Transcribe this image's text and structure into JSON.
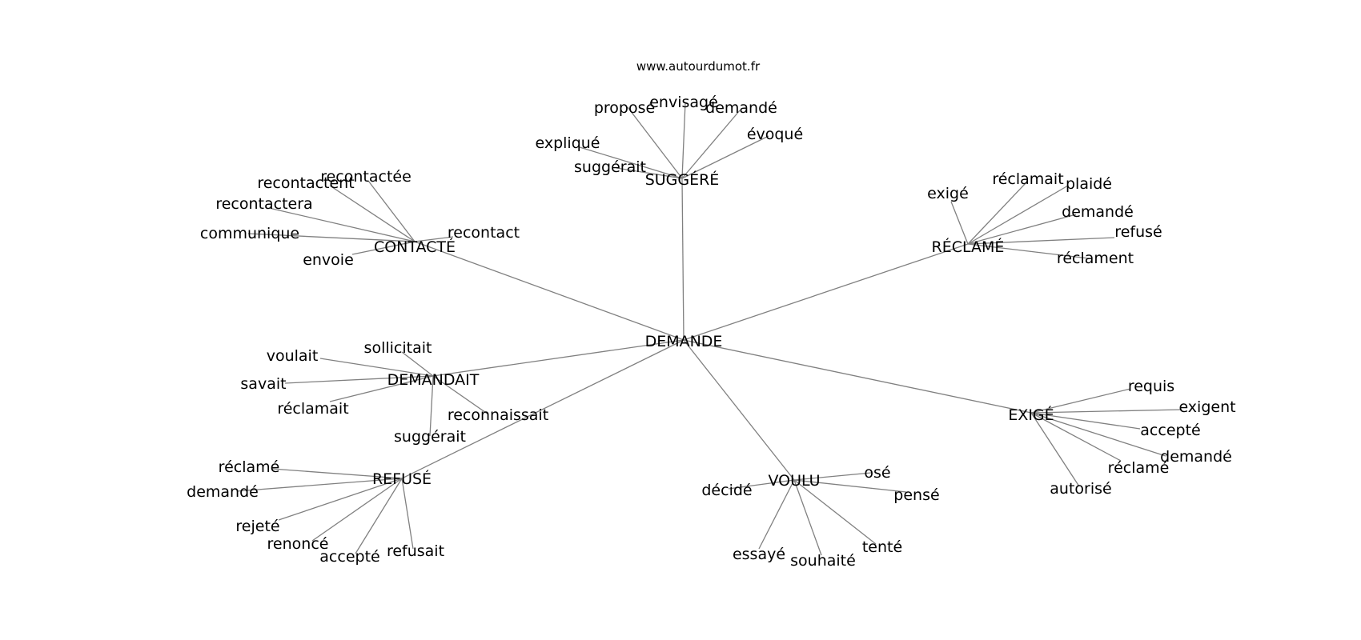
{
  "source_label": "www.autourdumot.fr",
  "center": "DEMANDE",
  "groups": [
    {
      "word": "SUGGÉRÉ",
      "children": [
        "proposé",
        "envisagé",
        "demandé",
        "évoqué",
        "expliqué",
        "suggérait"
      ]
    },
    {
      "word": "CONTACTÉ",
      "children": [
        "recontactée",
        "recontactent",
        "recontactera",
        "communique",
        "envoie",
        "recontact"
      ]
    },
    {
      "word": "RÉCLAMÉ",
      "children": [
        "exigé",
        "réclamait",
        "plaidé",
        "demandé",
        "refusé",
        "réclament"
      ]
    },
    {
      "word": "DEMANDAIT",
      "children": [
        "sollicitait",
        "voulait",
        "savait",
        "réclamait",
        "suggérait",
        "reconnaissait"
      ]
    },
    {
      "word": "EXIGÉ",
      "children": [
        "requis",
        "exigent",
        "accepté",
        "demandé",
        "réclamé",
        "autorisé"
      ]
    },
    {
      "word": "REFUSÉ",
      "children": [
        "réclamé",
        "demandé",
        "rejeté",
        "renoncé",
        "accepté",
        "refusait"
      ]
    },
    {
      "word": "VOULU",
      "children": [
        "osé",
        "pensé",
        "tenté",
        "souhaité",
        "essayé",
        "décidé"
      ]
    }
  ]
}
